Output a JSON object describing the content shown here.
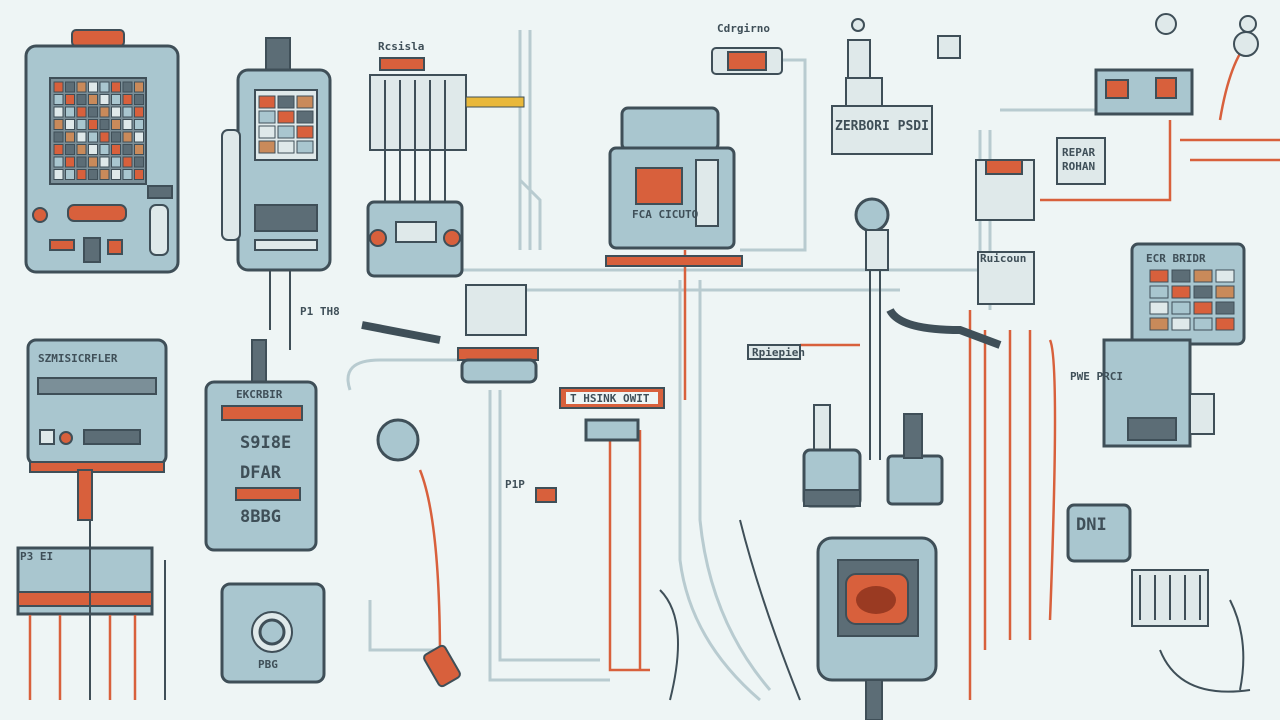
{
  "labels": {
    "top_title": "Cdrgirno",
    "control_unit": "FCA CICUTO",
    "terminal_block": "ZERBORI PSDI",
    "left_panel_header": "SZMISICRFLER",
    "meter_header": "EKCRBIR",
    "meter_row1": "S9I8E",
    "meter_row2": "DFAR",
    "meter_row3": "8BBG",
    "switch_box": "T HSINK OWIT",
    "tag_middle": "Rpiepien",
    "repair_box_line1": "REPAR",
    "repair_box_line2": "ROHAN",
    "relay_box": "DNI",
    "meter_box_header": "ECR BRIDR",
    "top_left_tag": "Rcsisla",
    "fuse_label": "Ruicoun",
    "sensor_label": "P1P",
    "side_tag": "P1 TH8",
    "relay_label": "PWE PRCI",
    "bottom_left_tag": "P3 EI",
    "bottom_tag": "PBG"
  },
  "colors": {
    "background": "#eef5f5",
    "panel": "#a9c6cf",
    "accent": "#d8603c",
    "outline": "#3f4f58"
  }
}
